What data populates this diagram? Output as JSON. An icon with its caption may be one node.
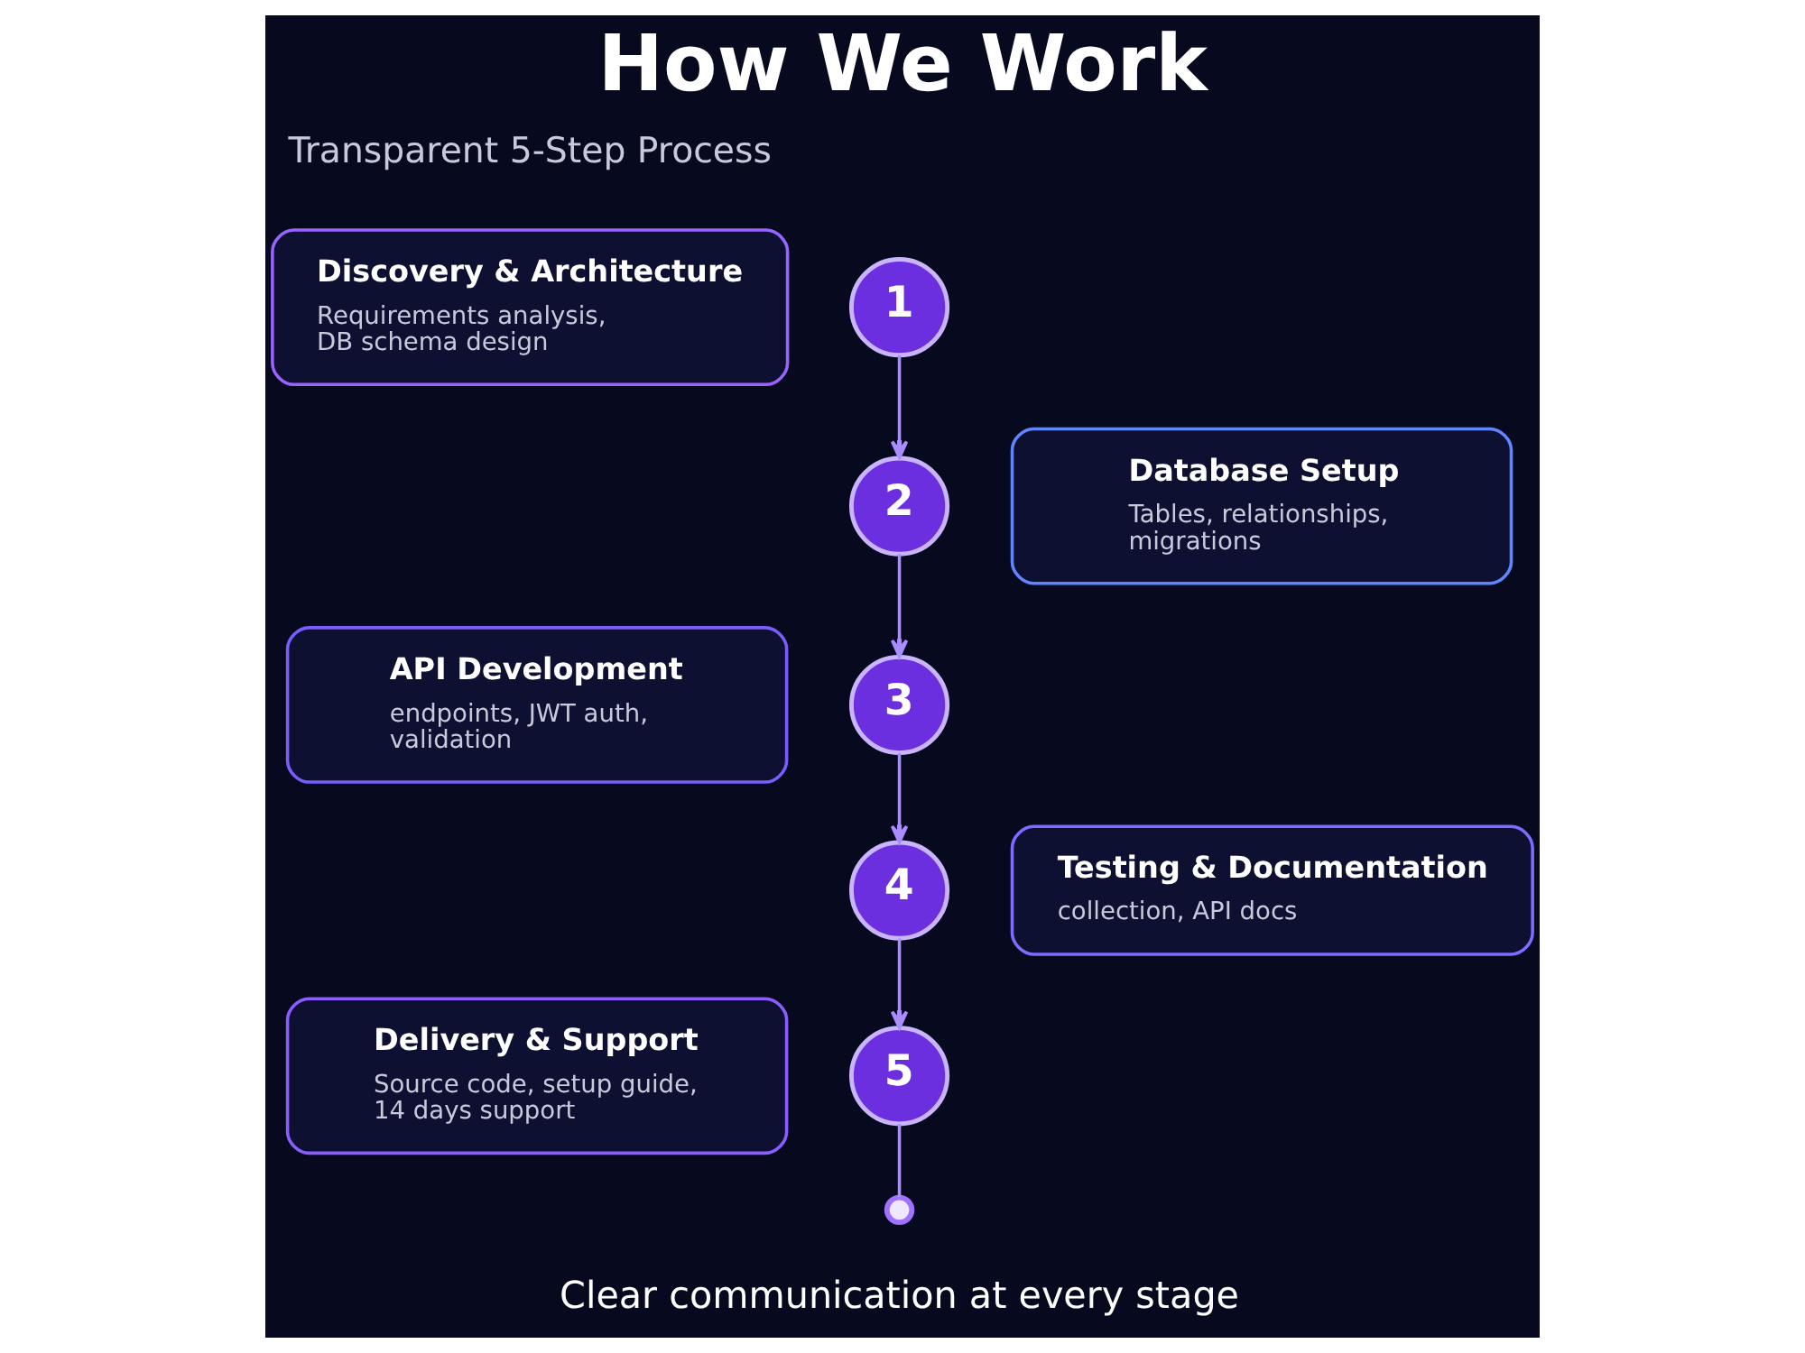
{
  "diagram": {
    "title": "How We Work",
    "nodes": [
      {
        "text": [
          "Discovery & Architecture",
          "Requirements analysis, DB schema design"
        ]
      },
      {
        "text": [
          "1"
        ]
      },
      {
        "text": [
          "2"
        ]
      },
      {
        "text": [
          "Database Setup",
          "Tables, relationships, migrations"
        ]
      },
      {
        "text": [
          "API Development",
          "endpoints, JWT auth, validation"
        ]
      },
      {
        "text": [
          "3"
        ]
      },
      {
        "text": [
          "4"
        ]
      },
      {
        "text": [
          "Testing & Documentation",
          "collection, API docs"
        ]
      },
      {
        "text": [
          "Delivery & Support",
          "Source code, setup guide, 14 days support"
        ]
      },
      {
        "text": [
          "5"
        ]
      },
      {
        "text": [],
        "shape": "circle"
      }
    ],
    "edges": [
      {
        "from": 1,
        "to": 2,
        "arrow": "to"
      },
      {
        "from": 2,
        "to": 5,
        "arrow": "to"
      },
      {
        "from": 5,
        "to": 6,
        "arrow": "to"
      },
      {
        "from": 6,
        "to": 9,
        "arrow": "to"
      },
      {
        "from": 9,
        "to": 10,
        "arrow": "none"
      }
    ],
    "labels": [
      "Transparent 5-Step Process",
      "Clear communication at every stage"
    ]
  }
}
